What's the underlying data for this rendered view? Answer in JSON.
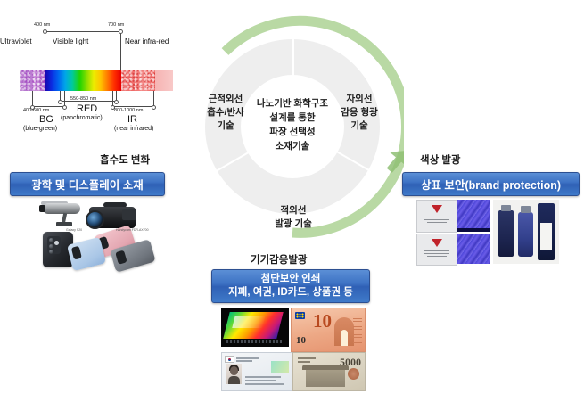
{
  "spectrum": {
    "region_labels": [
      {
        "id": "ultraviolet",
        "text": "Ultraviolet"
      },
      {
        "id": "visible-light",
        "text": "Visible light"
      },
      {
        "id": "near-infra-red",
        "text": "Near infra-red"
      }
    ],
    "top_ticks": [
      {
        "id": "tick-400",
        "text": "400 nm"
      },
      {
        "id": "tick-700",
        "text": "700 nm"
      }
    ],
    "bands": [
      {
        "id": "bg",
        "range": "400-600 nm",
        "code": "BG",
        "note": "(blue-green)"
      },
      {
        "id": "red",
        "range": "550-850 nm",
        "code": "RED",
        "note": "(panchromatic)"
      },
      {
        "id": "ir",
        "range": "800-1000 nm",
        "code": "IR",
        "note": "(near infrared)"
      }
    ]
  },
  "circle": {
    "hub_text": "나노기반 화학구조\n설계를 통한\n파장 선택성\n소재기술",
    "hub_lines": [
      "나노기반 화학구조",
      "설계를 통한",
      "파장 선택성",
      "소재기술"
    ],
    "segments": [
      {
        "id": "near-infrared-absorption",
        "lines": [
          "근적외선",
          "흡수/반사",
          "기술"
        ]
      },
      {
        "id": "uv-responsive-fluorescence",
        "lines": [
          "자외선",
          "감응 형광",
          "기술"
        ]
      },
      {
        "id": "infrared-emission",
        "lines": [
          "적외선",
          "발광 기술"
        ]
      }
    ],
    "ring_color": "#b9d9a4",
    "donut_color": "#eeeeee"
  },
  "applications": {
    "left": {
      "caption": "흡수도 변화",
      "banner": "광학 및 디스플레이 소재",
      "photo_captions": [
        "Galaxy S20",
        "Handycam FDR-AX700"
      ]
    },
    "right": {
      "caption": "색상 발광",
      "banner": "상표 보안(brand protection)"
    },
    "bottom": {
      "caption": "기기감응발광",
      "banner_line1": "첨단보안 인쇄",
      "banner_line2": "지폐, 여권, ID카드, 상품권 등",
      "note_euro_big": "10",
      "note_euro_small": "10",
      "note_won": "5000"
    }
  },
  "colors": {
    "banner_blue": "#3d72c4",
    "banner_border": "#2c4f91",
    "ring_green": "#b9d9a4",
    "donut_gray": "#eeeeee",
    "text_dark": "#1d1d1d"
  }
}
